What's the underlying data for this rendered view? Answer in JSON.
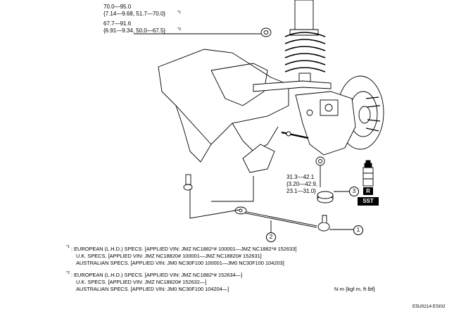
{
  "torque_spec_1": {
    "line1": "70.0—95.0",
    "line2": "{7.14—9.68, 51.7—70.0}",
    "line2_mark": "*1",
    "line3": "67.7—91.6",
    "line4": "{6.91—9.34, 50.0—67.5}",
    "line4_mark": "*2"
  },
  "torque_spec_2": {
    "line1": "31.3—42.1",
    "line2": "{3.20—42.9,",
    "line3": "23.1—31.0}"
  },
  "callouts": {
    "c1": "1",
    "c2": "2",
    "c3": "3"
  },
  "badges": {
    "r": "R",
    "sst": "SST"
  },
  "notes": {
    "n1_mark": "*1",
    "n1_line1": ": EUROPEAN (L.H.D.) SPECS. [APPLIED VIN: JMZ NC1882*# 100001—JMZ NC1882*# 152633]",
    "n1_line2": "U.K. SPECS. [APPLIED VIN: JMZ NC18820# 100001—JMZ NC18820# 152631]",
    "n1_line3": "AUSTRALIAN SPECS. [APPLIED VIN: JM0 NC30F100 100001—JM0 NC30F100 104203]",
    "n2_mark": "*2",
    "n2_line1": ": EUROPEAN (L.H.D.) SPECS. [APPLIED VIN: JMZ NC1882*# 152634—]",
    "n2_line2": "U.K. SPECS. [APPLIED VIN: JMZ NC18820# 152632—]",
    "n2_line3": "AUSTRALIAN SPECS. [APPLIED VIN: JM0 NC30F100 104204—]"
  },
  "unit_label": "N·m {kgf·m, ft·lbf}",
  "figure_code": "E5U0214 ESI02"
}
